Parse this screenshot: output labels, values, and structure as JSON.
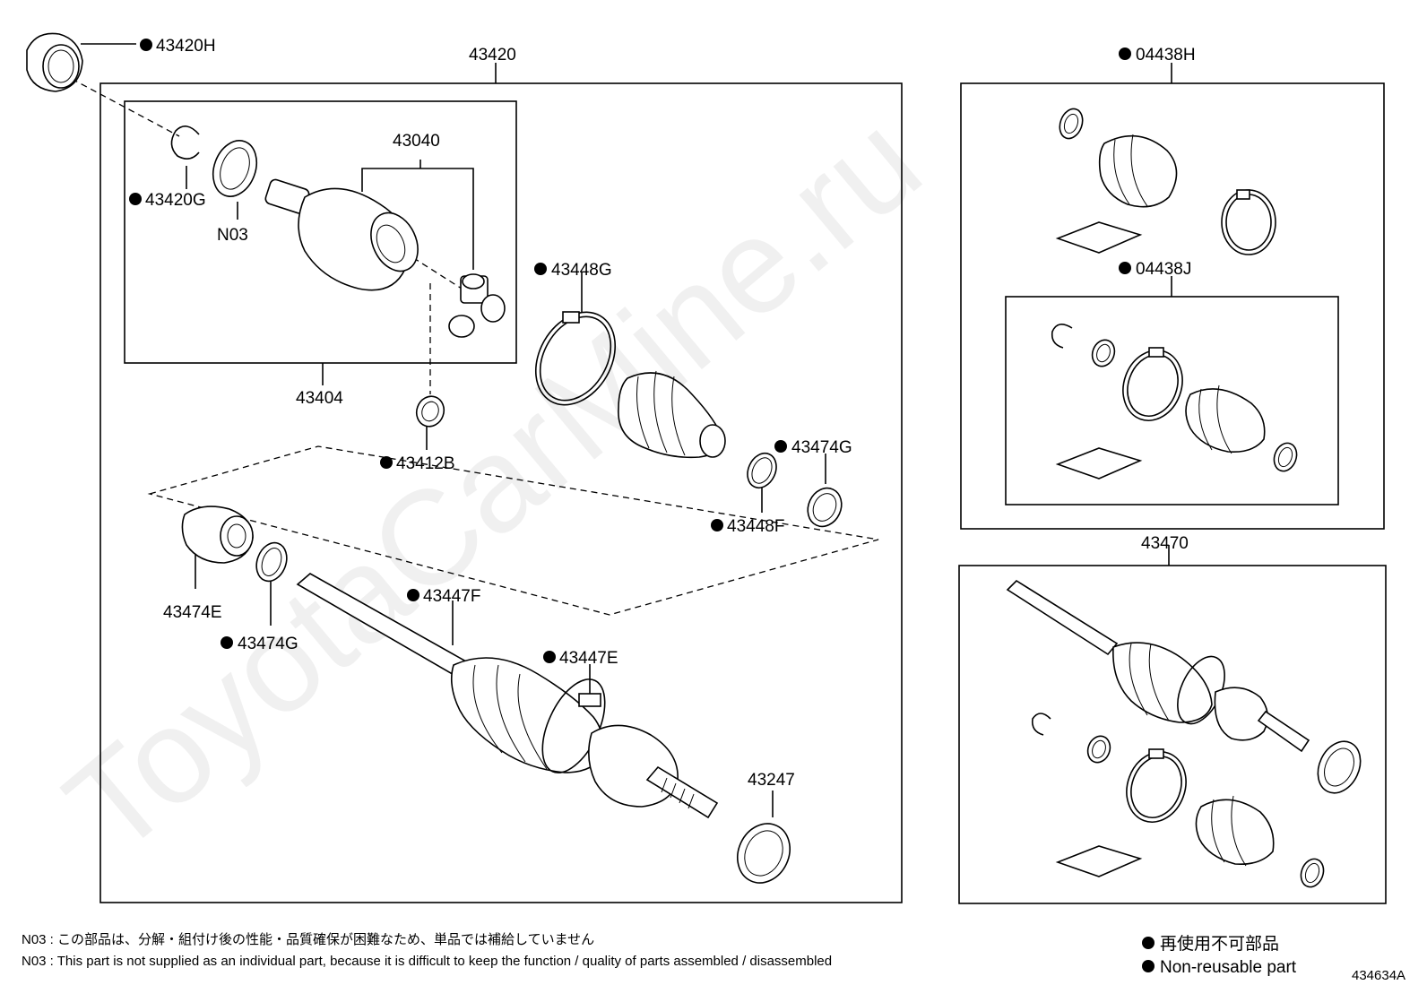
{
  "watermark": "ToyotaCarMine.ru",
  "diagram_id": "434634A",
  "labels": {
    "p43420": "43420",
    "p43420H": "43420H",
    "p43420G": "43420G",
    "pN03": "N03",
    "p43040": "43040",
    "p43404": "43404",
    "p43412B": "43412B",
    "p43448G": "43448G",
    "p43474G_a": "43474G",
    "p43448F": "43448F",
    "p43474E": "43474E",
    "p43474G_b": "43474G",
    "p43447F": "43447F",
    "p43447E": "43447E",
    "p43247": "43247",
    "p04438H": "04438H",
    "p04438J": "04438J",
    "p43470": "43470"
  },
  "notes": {
    "jp": "N03 : この部品は、分解・組付け後の性能・品質確保が困難なため、単品では補給していません",
    "en": "N03 : This part is not supplied as an individual part, because it is difficult to keep the function / quality of parts  assembled / disassembled"
  },
  "legend": {
    "jp": "再使用不可部品",
    "en": "Non-reusable part"
  }
}
